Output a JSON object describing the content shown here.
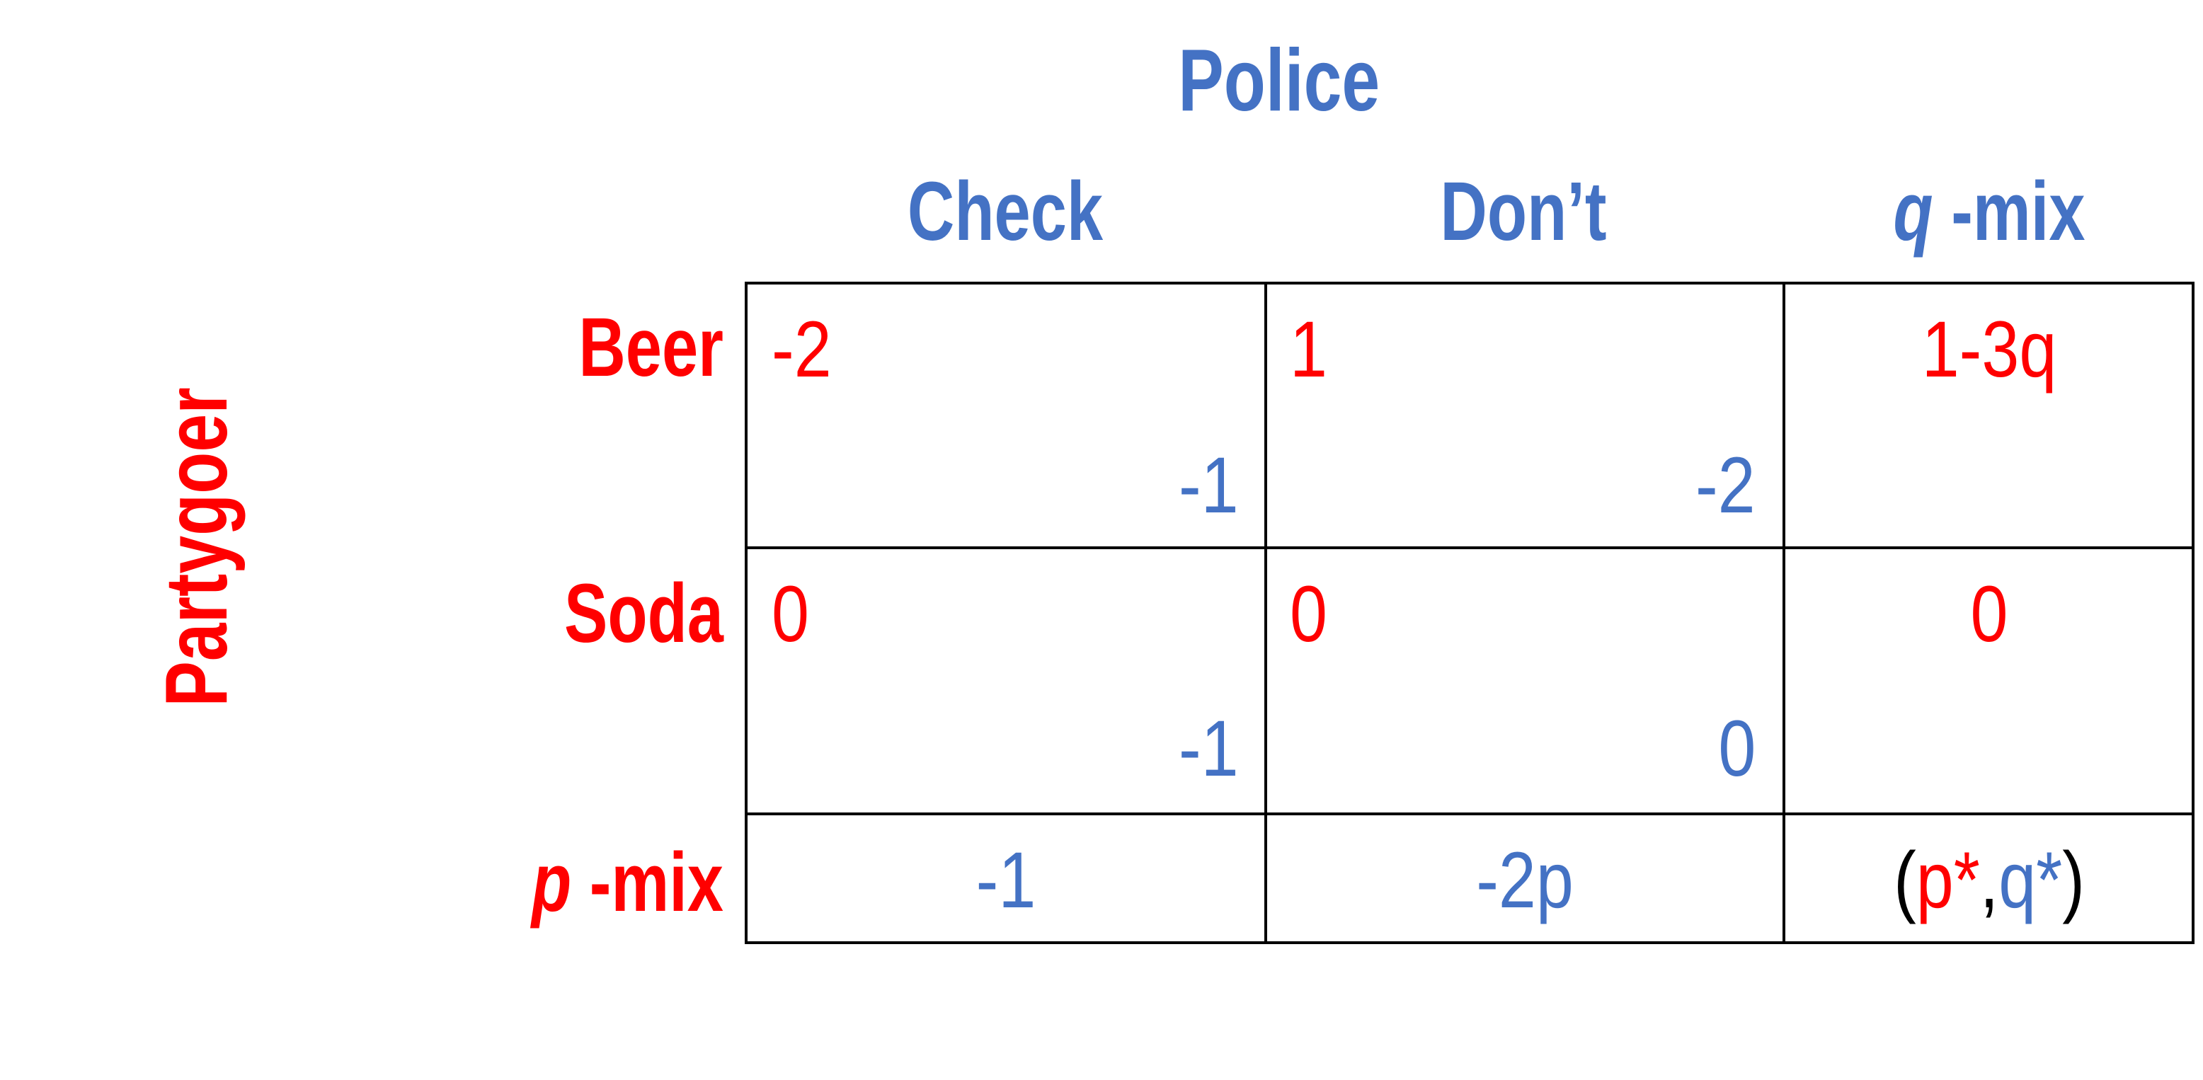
{
  "column_player": {
    "name": "Police",
    "color": "#4472c4"
  },
  "row_player": {
    "name": "Partygoer",
    "color": "#ff0000"
  },
  "columns": [
    {
      "label": "Check"
    },
    {
      "label": "Don’t"
    },
    {
      "label_var": "q",
      "label_rest": " -mix"
    }
  ],
  "rows": [
    {
      "label": "Beer"
    },
    {
      "label": "Soda"
    },
    {
      "label_var": "p",
      "label_rest": " -mix"
    }
  ],
  "cells": {
    "beer_check": {
      "row_payoff": "-2",
      "col_payoff": "-1"
    },
    "beer_dont": {
      "row_payoff": "1",
      "col_payoff": "-2"
    },
    "beer_qmix": {
      "row_payoff": "1-3q"
    },
    "soda_check": {
      "row_payoff": "0",
      "col_payoff": "-1"
    },
    "soda_dont": {
      "row_payoff": "0",
      "col_payoff": "0"
    },
    "soda_qmix": {
      "row_payoff": "0"
    },
    "pmix_check": {
      "col_payoff": "-1"
    },
    "pmix_dont": {
      "col_payoff": "-2p"
    },
    "pmix_qmix": {
      "open": "(",
      "p": "p*",
      "comma": ",",
      "q": "q*",
      "close": ")"
    }
  }
}
